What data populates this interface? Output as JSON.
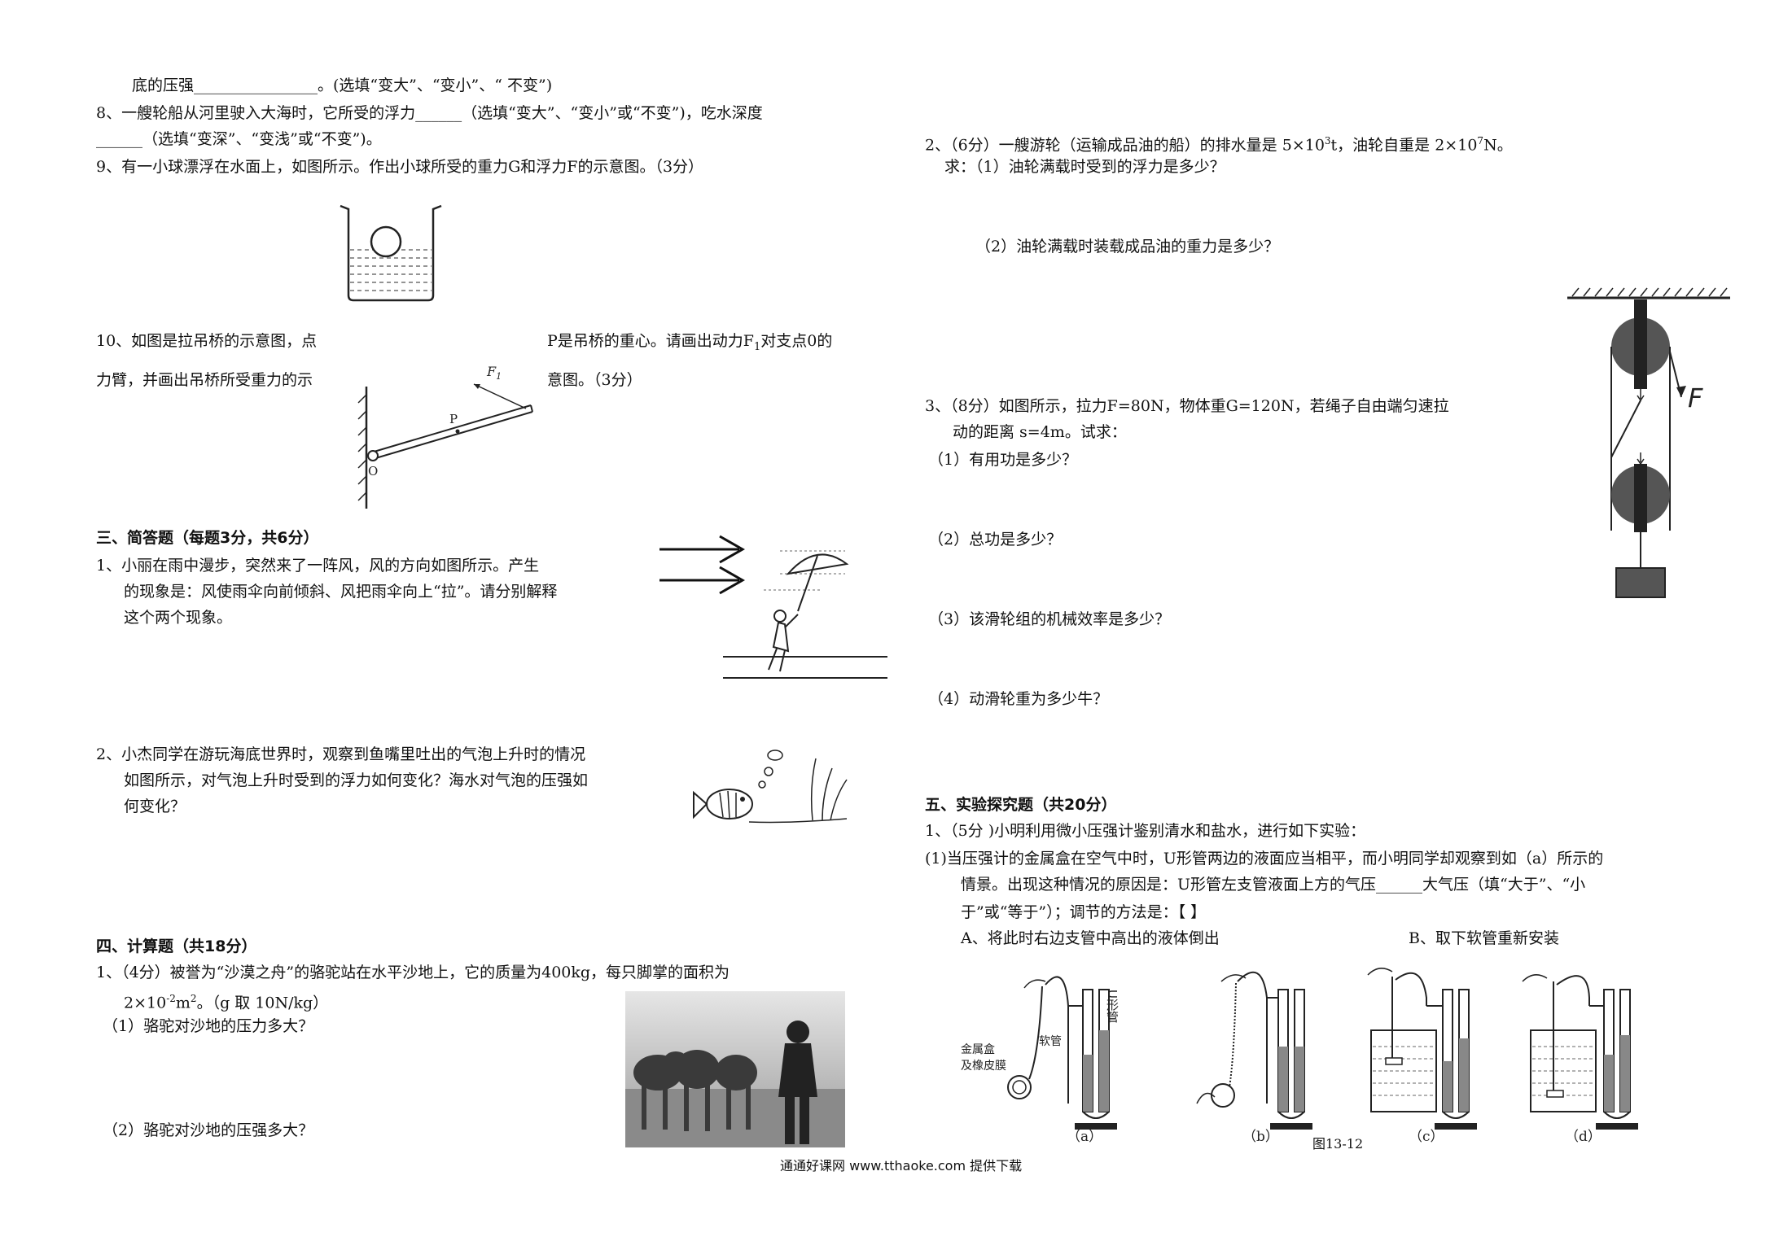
{
  "left": {
    "q7_tail": "底的压强________________。(选填“变大”、“变小”、“ 不变”)",
    "q8_line1": "8、一艘轮船从河里驶入大海时，它所受的浮力______（选填“变大”、“变小”或“不变”)，吃水深度",
    "q8_line2": "______（选填“变深”、“变浅”或“不变”)。",
    "q9": "9、有一小球漂浮在水面上，如图所示。作出小球所受的重力G和浮力F的示意图。（3分）",
    "q10_a1": "10、如图是拉吊桥的示意图，点",
    "q10_a2": "力臂，并画出吊桥所受重力的示",
    "q10_b1": "P是吊桥的重心。请画出动力F",
    "q10_b1_sub": "1",
    "q10_b1_end": "对支点0的",
    "q10_b2": "意图。（3分）",
    "fig10_labels": {
      "f": "F",
      "f_sub": "1",
      "p": "P",
      "o": "O"
    },
    "sec3_title": "三、简答题（每题3分，共6分）",
    "s3_q1_l1": "1、小丽在雨中漫步，突然来了一阵风，风的方向如图所示。产生",
    "s3_q1_l2": "的现象是：风使雨伞向前倾斜、风把雨伞向上“拉”。请分别解释",
    "s3_q1_l3": "这个两个现象。",
    "s3_q2_l1": "2、小杰同学在游玩海底世界时，观察到鱼嘴里吐出的气泡上升时的情况",
    "s3_q2_l2": "如图所示，对气泡上升时受到的浮力如何变化？海水对气泡的压强如",
    "s3_q2_l3": "何变化？",
    "sec4_title": "四、计算题（共18分）",
    "s4_q1_l1": "1、（4分）被誉为“沙漠之舟”的骆驼站在水平沙地上，它的质量为400kg，每只脚掌的面积为",
    "s4_q1_l2a": "2×10",
    "s4_q1_l2_exp1": "-2",
    "s4_q1_l2b": "m",
    "s4_q1_l2_exp2": "2",
    "s4_q1_l2c": "。（g 取 10N/kg）",
    "s4_q1_sub1": "（1）骆驼对沙地的压力多大？",
    "s4_q1_sub2": "（2）骆驼对沙地的压强多大？"
  },
  "right": {
    "q2_l1a": "2、（6分）一艘游轮（运输成品油的船）的排水量是 5×10",
    "q2_exp1": "3",
    "q2_l1b": "t，油轮自重是 2×10",
    "q2_exp2": "7",
    "q2_l1c": "N。",
    "q2_l2": "求：（1）油轮满载时受到的浮力是多少？",
    "q2_l3": "（2）油轮满载时装载成品油的重力是多少？",
    "q3_l1": "3、（8分）如图所示，拉力F=80N，物体重G=120N，若绳子自由端匀速拉",
    "q3_l2": "动的距离 s=4m。试求：",
    "q3_s1": "（1）有用功是多少？",
    "q3_s2": "（2）总功是多少？",
    "q3_s3": "（3）该滑轮组的机械效率是多少？",
    "q3_s4": "（4）动滑轮重为多少牛？",
    "pulley_label": "F",
    "sec5_title": "五、实验探究题（共20分）",
    "s5_l1": "1、（5分 )小明利用微小压强计鉴别清水和盐水，进行如下实验：",
    "s5_l2": "(1)当压强计的金属盒在空气中时，U形管两边的液面应当相平，而小明同学却观察到如（a）所示的",
    "s5_l3": "情景。出现这种情况的原因是：U形管左支管液面上方的气压______大气压（填“大于”、“小",
    "s5_l4": "于”或“等于”）；调节的方法是：【      】",
    "s5_optA": "A、将此时右边支管中高出的液体倒出",
    "s5_optB": "B、取下软管重新安装",
    "fig_labels": {
      "u_tube": "U形管",
      "hose": "软管",
      "metal_box_1": "金属盒",
      "metal_box_2": "及橡皮膜",
      "a": "（a）",
      "b": "（b）",
      "c": "（c）",
      "d": "（d）",
      "fig_no": "图13-12"
    }
  },
  "footer": "通通好课网  www.tthaoke.com  提供下载"
}
